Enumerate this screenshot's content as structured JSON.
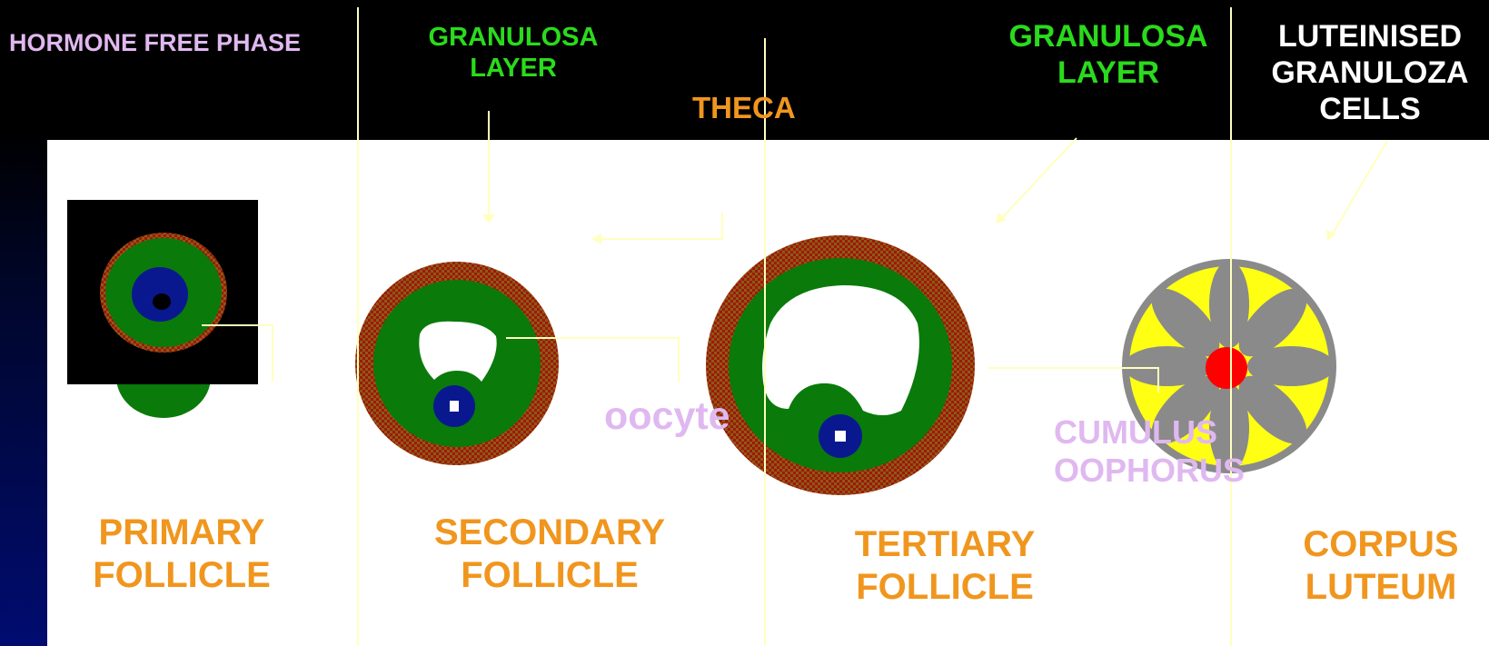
{
  "labels": {
    "hormone_free_phase": "HORMONE FREE PHASE",
    "granulosa_layer_1": "GRANULOSA\nLAYER",
    "theca": "THECA",
    "granulosa_layer_2": "GRANULOSA\nLAYER",
    "luteinised_cells": "LUTEINISED\nGRANULOZA\nCELLS",
    "oocyte": "oocyte",
    "cumulus_oophorus": "CUMULUS\nOOPHORUS",
    "primary_follicle": "PRIMARY\nFOLLICLE",
    "secondary_follicle": "SECONDARY\nFOLLICLE",
    "tertiary_follicle": "TERTIARY\nFOLLICLE",
    "corpus_luteum": "CORPUS\nLUTEUM"
  },
  "colors": {
    "orange": "#f0961e",
    "green_text": "#2adb1c",
    "lavender": "#e0b8f0",
    "white_text": "#ffffff",
    "theca_brown": "#8b5a18",
    "theca_red": "#a01808",
    "granulosa_green": "#0a7a0a",
    "oocyte_blue": "#0a1890",
    "corpus_yellow": "#ffff14",
    "corpus_gray": "#8a8a8a",
    "corpus_red": "#ff0000",
    "pointer_line": "#ffffbe"
  }
}
